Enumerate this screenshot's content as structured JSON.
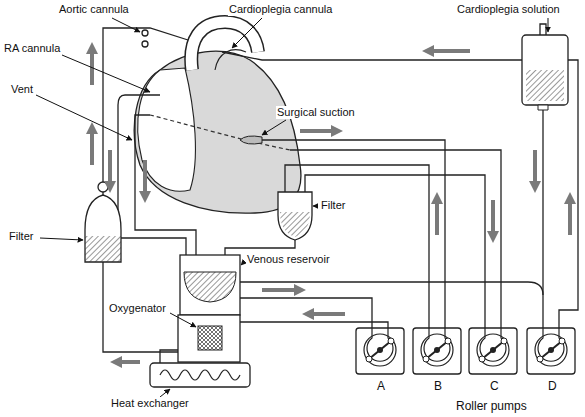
{
  "diagram": {
    "labels": [
      "Aortic cannula",
      "Cardioplegia cannula",
      "Cardioplegia solution",
      "RA cannula",
      "Vent",
      "Surgical suction",
      "Filter",
      "Filter",
      "Venous reservoir",
      "Oxygenator",
      "Heat exchanger",
      "A",
      "B",
      "C",
      "D",
      "Roller pumps"
    ]
  }
}
